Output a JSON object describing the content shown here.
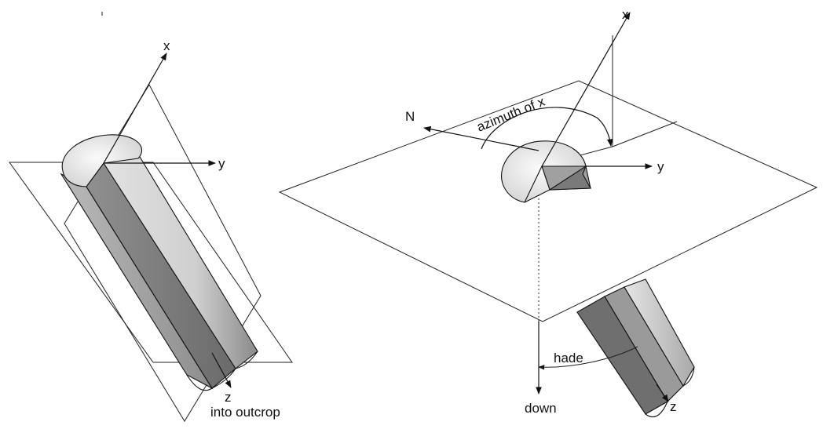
{
  "left_figure": {
    "axis_x": "x",
    "axis_y": "y",
    "axis_z": "z",
    "z_caption": "into outcrop"
  },
  "right_figure": {
    "axis_x": "x",
    "axis_y": "y",
    "axis_z": "z",
    "north": "N",
    "azimuth_label": "azimuth of x",
    "hade_label": "hade",
    "down_label": "down"
  },
  "colors": {
    "stroke": "#111111",
    "light_face": "#d9d9d9",
    "mid_face": "#a8a8a8",
    "dark_face": "#707070",
    "end_face": "#efefef"
  }
}
